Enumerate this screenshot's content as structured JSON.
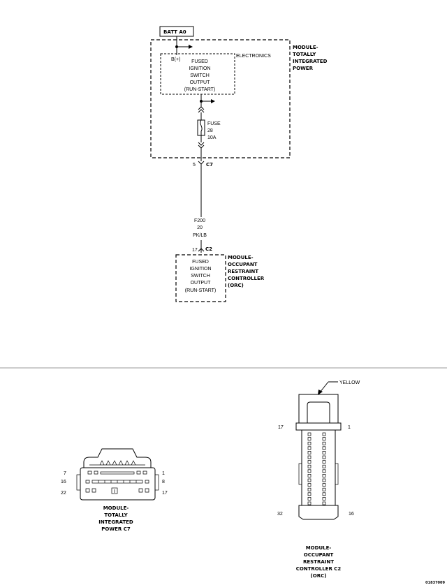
{
  "schematic": {
    "batt_label": "BATT A0",
    "bplus_label": "B(+)",
    "electronics_label": "ELECTRONICS",
    "tipm_lines": [
      "MODULE-",
      "TOTALLY",
      "INTEGRATED",
      "POWER"
    ],
    "fused_output_lines": [
      "FUSED",
      "IGNITION",
      "SWITCH",
      "OUTPUT",
      "(RUN-START)"
    ],
    "fuse_lines": [
      "FUSE",
      "28",
      "10A"
    ],
    "c7_pin": "5",
    "c7_label": "C7",
    "wire_lines": [
      "F200",
      "20",
      "PK/LB"
    ],
    "c2_pin": "17",
    "c2_label": "C2",
    "orc_lines": [
      "MODULE-",
      "OCCUPANT",
      "RESTRAINT",
      "CONTROLLER",
      "(ORC)"
    ],
    "orc_output_lines": [
      "FUSED",
      "IGNITION",
      "SWITCH",
      "OUTPUT",
      "(RUN-START)"
    ]
  },
  "connector_c7": {
    "pins": [
      "7",
      "16",
      "22",
      "1",
      "8",
      "17"
    ],
    "caption_lines": [
      "MODULE-",
      "TOTALLY",
      "INTEGRATED",
      "POWER C7"
    ]
  },
  "connector_c2": {
    "color_label": "YELLOW",
    "pins": [
      "17",
      "1",
      "32",
      "16"
    ],
    "caption_lines": [
      "MODULE-",
      "OCCUPANT",
      "RESTRAINT",
      "CONTROLLER C2",
      "(ORC)"
    ]
  },
  "figure_id": "01837009"
}
